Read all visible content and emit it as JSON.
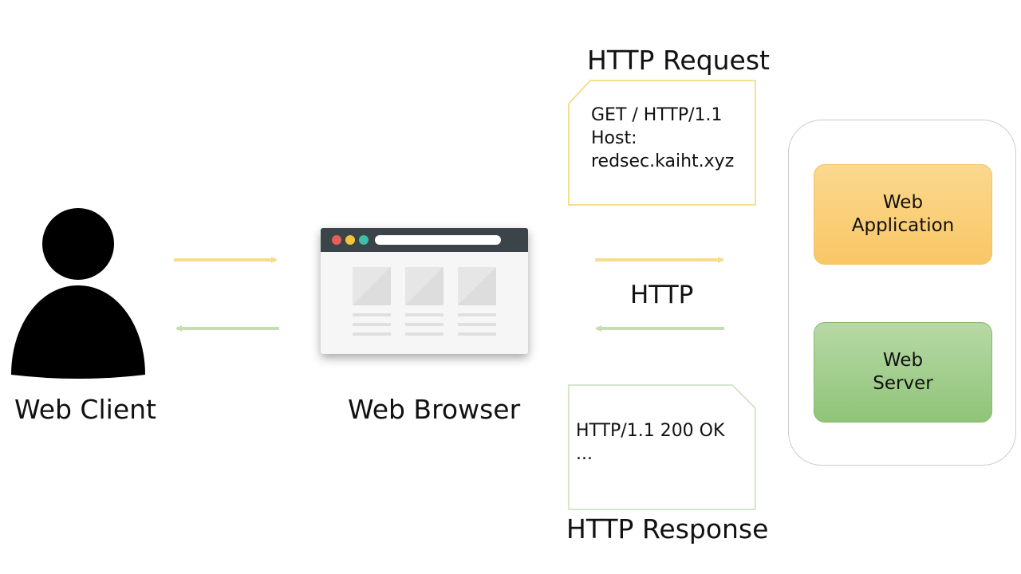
{
  "labels": {
    "web_client": "Web Client",
    "web_browser": "Web Browser",
    "http_request": "HTTP Request",
    "http_response": "HTTP Response",
    "http": "HTTP"
  },
  "request_note": {
    "lines": [
      "GET / HTTP/1.1",
      "Host:",
      "redsec.kaiht.xyz"
    ]
  },
  "response_note": {
    "lines": [
      "HTTP/1.1 200 OK",
      "..."
    ]
  },
  "server": {
    "web_application": [
      "Web",
      "Application"
    ],
    "web_server": [
      "Web",
      "Server"
    ]
  },
  "colors": {
    "request_arrow": "#f6dc8c",
    "response_arrow": "#c5deb0",
    "app_arrow_down": "#f6d070",
    "server_arrow_up": "#a8cf95",
    "request_note_border": "#f1d56f",
    "response_note_border": "#c9dfba",
    "dot_red": "#e75f55",
    "dot_yellow": "#f3c53a",
    "dot_teal": "#3ebfa5"
  }
}
